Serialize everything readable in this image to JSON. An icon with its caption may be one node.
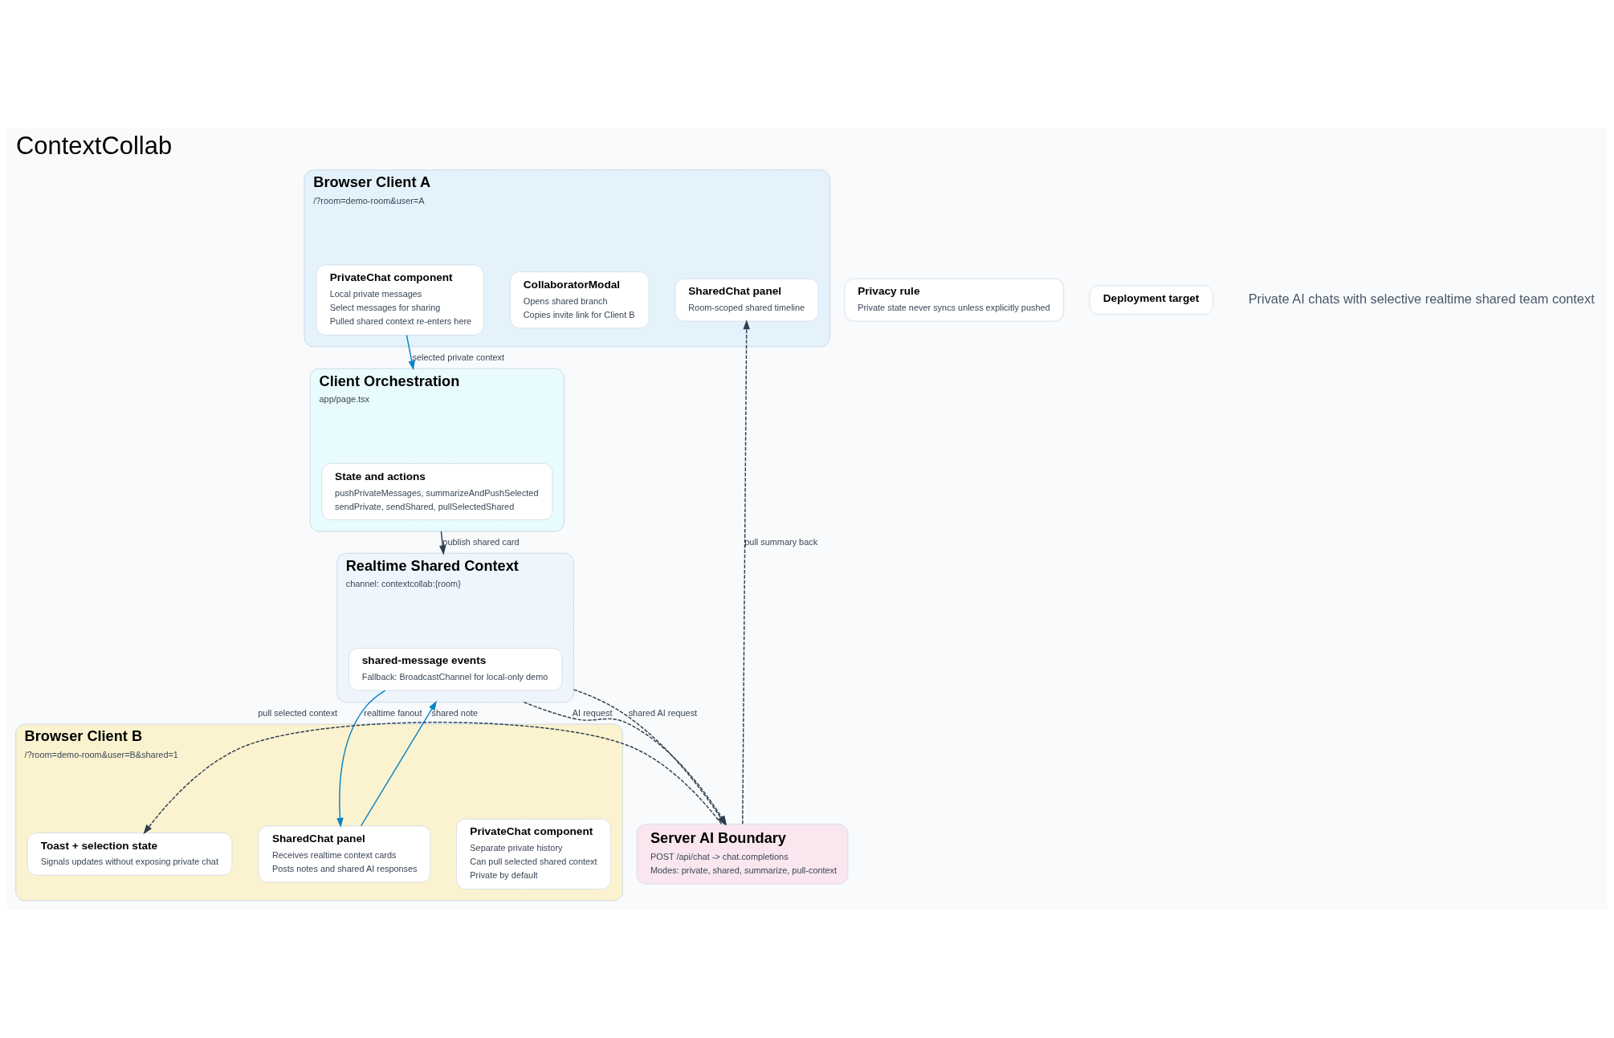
{
  "diagram": {
    "title": "ContextCollab",
    "nodes": [
      {
        "text": [
          "Browser Client A",
          "/?room=demo-room&user=A"
        ]
      },
      {
        "text": [
          "PrivateChat component",
          "Local private messages",
          "Select messages for sharing",
          "Pulled shared context re-enters here"
        ],
        "in": 0
      },
      {
        "text": [
          "CollaboratorModal",
          "Opens shared branch",
          "Copies invite link for Client B"
        ],
        "in": 0
      },
      {
        "text": [
          "SharedChat panel",
          "Room-scoped shared timeline"
        ],
        "in": 0
      },
      {
        "text": [
          "Client Orchestration",
          "app/page.tsx"
        ]
      },
      {
        "text": [
          "State and actions",
          "pushPrivateMessages, summarizeAndPushSelected",
          "sendPrivate, sendShared, pullSelectedShared"
        ],
        "in": 4
      },
      {
        "text": [
          "Realtime Shared Context",
          "channel: contextcollab:{room}"
        ]
      },
      {
        "text": [
          "shared-message events",
          "Fallback: BroadcastChannel for local-only demo"
        ],
        "in": 6
      },
      {
        "text": [
          "Browser Client B",
          "/?room=demo-room&user=B&shared=1"
        ]
      },
      {
        "text": [
          "PrivateChat component",
          "Separate private history",
          "Can pull selected shared context",
          "Private by default"
        ],
        "in": 8
      },
      {
        "text": [
          "SharedChat panel",
          "Receives realtime context cards",
          "Posts notes and shared AI responses"
        ],
        "in": 8
      },
      {
        "text": [
          "Toast + selection state",
          "Signals updates without exposing private chat"
        ],
        "in": 8
      },
      {
        "text": [
          "Privacy rule",
          "Private state never syncs unless explicitly pushed"
        ]
      },
      {
        "text": [
          "Server AI Boundary",
          "POST /api/chat -> chat.completions",
          "Modes: private, shared, summarize, pull-context"
        ]
      },
      {
        "text": [
          "Deployment target"
        ]
      }
    ],
    "edges": [
      {
        "from": 1,
        "to": 4,
        "arrow": "to",
        "label": "selected private context",
        "color": "#0a84c6"
      },
      {
        "from": 4,
        "to": 6,
        "arrow": "to",
        "label": "publish shared card"
      },
      {
        "from": 10,
        "to": 6,
        "arrow": "to",
        "label": "shared note",
        "color": "#0a84c6"
      },
      {
        "from": 7,
        "to": 10,
        "arrow": "to",
        "label": "realtime fanout",
        "color": "#0a84c6"
      },
      {
        "from": 6,
        "to": 13,
        "arrow": "to",
        "label": "AI request",
        "style": "dashed"
      },
      {
        "from": 13,
        "to": 3,
        "arrow": "to",
        "label": "pull summary back",
        "style": "dashed"
      },
      {
        "from": 6,
        "to": 13,
        "arrow": "to",
        "label": "shared AI request",
        "style": "dashed"
      },
      {
        "from": 13,
        "to": 11,
        "arrow": "to",
        "label": "pull selected context",
        "style": "dashed"
      }
    ],
    "labels": [
      "Private AI chats with selective realtime shared team context"
    ]
  }
}
